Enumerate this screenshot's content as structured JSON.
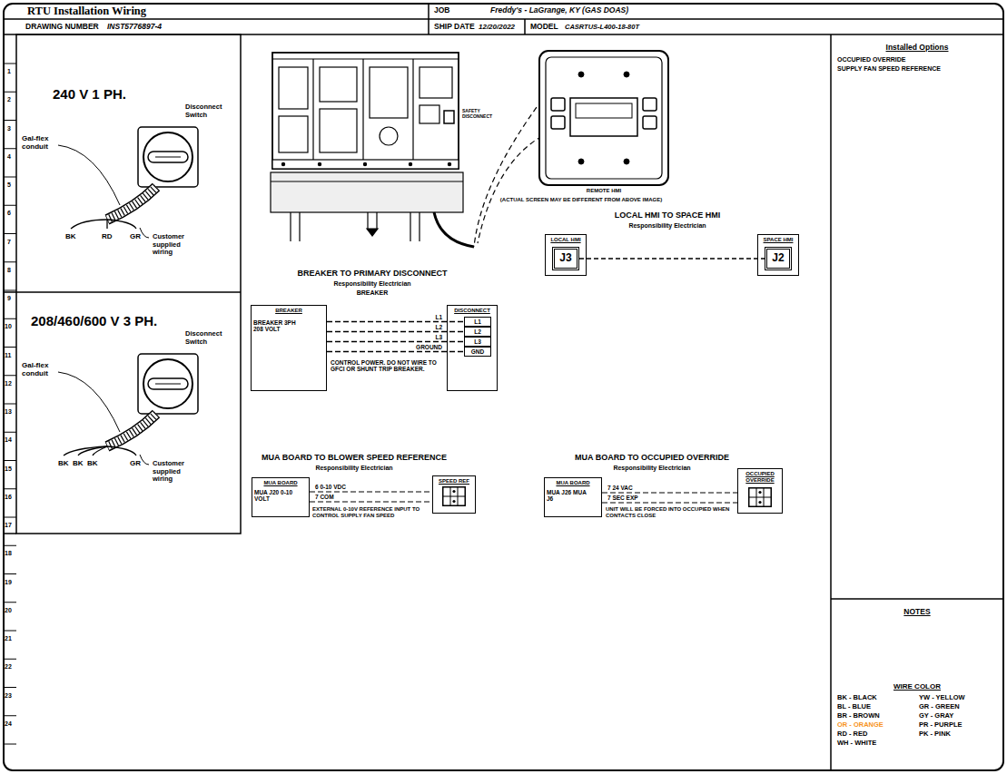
{
  "diagram": {
    "title": "RTU Installation Wiring",
    "nodes": [
      {
        "text": [
          "LOCAL HMI"
        ]
      },
      {
        "text": [
          "J3"
        ],
        "in": 0
      },
      {
        "text": [
          "SPACE HMI"
        ]
      },
      {
        "text": [
          "J2"
        ],
        "in": 2
      },
      {
        "text": [
          "BREAKER",
          "BREAKER 3PH 208 VOLT"
        ]
      },
      {
        "text": [
          "DISCONNECT"
        ]
      },
      {
        "text": [
          "L1"
        ],
        "in": 5
      },
      {
        "text": [
          "L2"
        ],
        "in": 5
      },
      {
        "text": [
          "L3"
        ],
        "in": 5
      },
      {
        "text": [
          "GND"
        ],
        "in": 5
      },
      {
        "text": [
          "MUA BOARD",
          "MUA J20 0-10 VOLT"
        ]
      },
      {
        "text": [
          "SPEED REF"
        ]
      },
      {
        "text": [
          "MUA BOARD",
          "MUA J26 MUA J6"
        ]
      },
      {
        "text": [
          "OCCUPIED OVERRIDE"
        ]
      }
    ],
    "edges": [
      {
        "from": 1,
        "to": 3,
        "arrow": "none"
      },
      {
        "from": 4,
        "to": 6,
        "label": "L1",
        "arrow": "none"
      },
      {
        "from": 4,
        "to": 7,
        "label": "L2",
        "arrow": "none"
      },
      {
        "from": 4,
        "to": 8,
        "label": "L3",
        "arrow": "none"
      },
      {
        "from": 4,
        "to": 9,
        "label": "GROUND",
        "arrow": "none"
      },
      {
        "from": 10,
        "to": 11,
        "label": "6 0-10 VDC",
        "arrow": "none"
      },
      {
        "from": 10,
        "to": 11,
        "label": "7 COM",
        "arrow": "none"
      },
      {
        "from": 12,
        "to": 13,
        "label": "7 24 VAC",
        "arrow": "none"
      },
      {
        "from": 12,
        "to": 13,
        "label": "7 SEC EXP",
        "arrow": "none"
      }
    ],
    "labels": [
      "DRAWING NUMBER",
      "INST5776897-4",
      "JOB",
      "Freddy's - LaGrange, KY (GAS DOAS)",
      "SHIP DATE",
      "12/20/2022",
      "MODEL",
      "CASRTUS-L400-18-80T",
      "1",
      "2",
      "3",
      "4",
      "5",
      "6",
      "7",
      "8",
      "9",
      "10",
      "11",
      "12",
      "13",
      "14",
      "15",
      "16",
      "17",
      "18",
      "19",
      "20",
      "21",
      "22",
      "23",
      "24",
      "240 V 1 PH.",
      "Disconnect Switch",
      "Gal-flex conduit",
      "BK",
      "RD",
      "GR",
      "Customer supplied wiring",
      "208/460/600 V 3 PH.",
      "Disconnect Switch",
      "Gal-flex conduit",
      "BK",
      "BK",
      "BK",
      "GR",
      "Customer supplied wiring",
      "SAFETY DISCONNECT",
      "REMOTE HMI",
      "(ACTUAL SCREEN MAY BE DIFFERENT FROM ABOVE IMAGE)",
      "LOCAL HMI TO SPACE HMI",
      "Responsibility Electrician",
      "BREAKER TO PRIMARY DISCONNECT",
      "Responsibility Electrician",
      "BREAKER",
      "CONTROL POWER. DO NOT WIRE TO GFCI OR SHUNT TRIP BREAKER.",
      "MUA BOARD TO BLOWER SPEED REFERENCE",
      "Responsibility Electrician",
      "EXTERNAL 0-10V REFERENCE INPUT TO CONTROL SUPPLY FAN SPEED",
      "MUA BOARD TO OCCUPIED OVERRIDE",
      "Responsibility Electrician",
      "UNIT WILL BE FORCED INTO OCCUPIED WHEN CONTACTS CLOSE",
      "Installed Options",
      "OCCUPIED OVERRIDE",
      "SUPPLY FAN SPEED REFERENCE",
      "NOTES",
      "WIRE COLOR"
    ],
    "legend": [
      {
        "text": "BK - BLACK",
        "color": "#000000"
      },
      {
        "text": "BL - BLUE",
        "color": "#000000"
      },
      {
        "text": "BR - BROWN",
        "color": "#000000"
      },
      {
        "text": "OR - ORANGE",
        "color": "#f7941d"
      },
      {
        "text": "RD - RED",
        "color": "#000000"
      },
      {
        "text": "WH - WHITE",
        "color": "#000000"
      },
      {
        "text": "YW - YELLOW",
        "color": "#000000"
      },
      {
        "text": "GR - GREEN",
        "color": "#000000"
      },
      {
        "text": "GY - GRAY",
        "color": "#000000"
      },
      {
        "text": "PR - PURPLE",
        "color": "#000000"
      },
      {
        "text": "PK - PINK",
        "color": "#000000"
      }
    ]
  }
}
